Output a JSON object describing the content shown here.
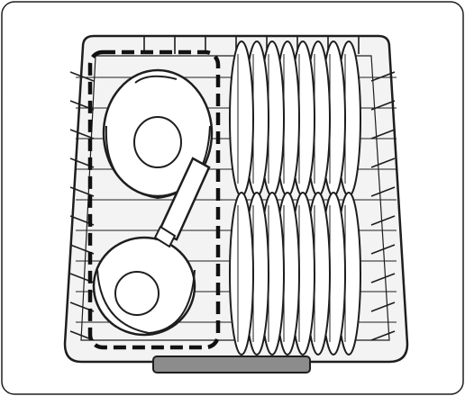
{
  "colors": {
    "line": "#1e1e1e",
    "rack_fill": "#f3f3f3",
    "pot_fill": "#ffffff",
    "plate_fill": "#ffffff",
    "handle_grip": "#8c8c8c",
    "highlight_dash": "#111111"
  },
  "illustration": {
    "plate_count_upper": 8,
    "plate_count_lower": 8,
    "pot_count": 2
  }
}
